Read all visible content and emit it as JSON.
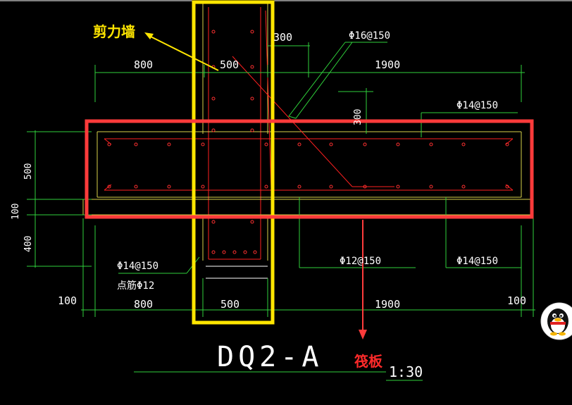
{
  "annotations": {
    "shear_wall": "剪力墙",
    "raft": "筏板"
  },
  "title": "DQ2-A",
  "scale": "1:30",
  "dimensions": {
    "top_800": "800",
    "top_500": "500",
    "top_300": "300",
    "top_1900": "1900",
    "bottom_100_left": "100",
    "bottom_800": "800",
    "bottom_500": "500",
    "bottom_1900": "1900",
    "bottom_100_right": "100",
    "left_500": "500",
    "left_100": "100",
    "left_400": "400",
    "right_300": "300"
  },
  "rebar_notes": {
    "top_phi16": "Φ16@150",
    "top_phi14": "Φ14@150",
    "left_phi14": "Φ14@150",
    "left_spot": "点筋Φ12",
    "mid_phi12": "Φ12@150",
    "right_phi14": "Φ14@150"
  },
  "colors": {
    "highlight_wall": "#ffe600",
    "highlight_raft": "#ff3b3b",
    "dimension_lines": "#2fd13b",
    "outline": "#d8d24a",
    "rebar": "#ff2020"
  }
}
